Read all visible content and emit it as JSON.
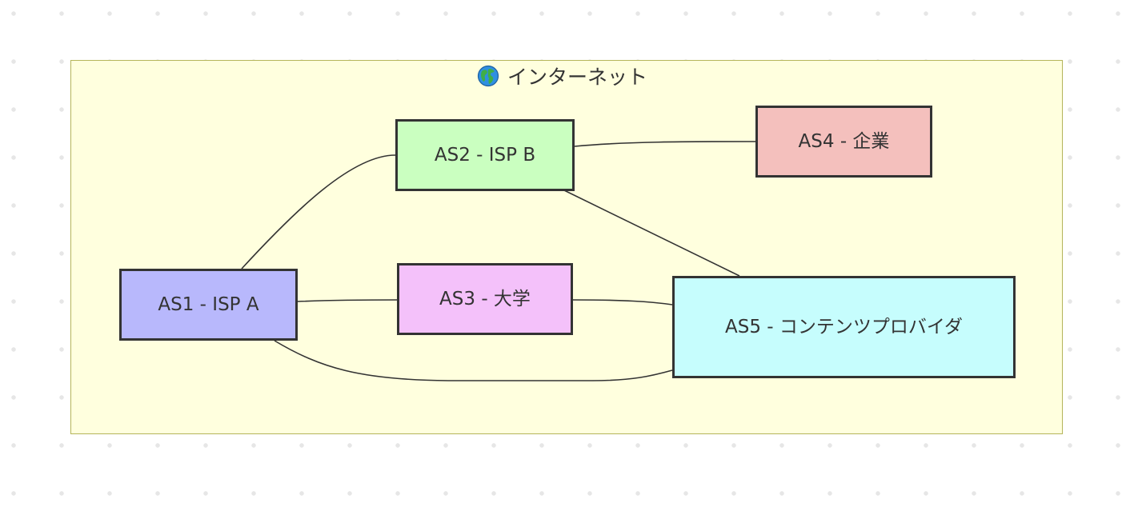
{
  "subgraph": {
    "title": "インターネット",
    "icon": "globe-icon",
    "fill": "#ffffde",
    "stroke": "#b5b55a"
  },
  "nodes": [
    {
      "id": "as1",
      "label": "AS1 - ISP A",
      "fill": "#b8b8fc"
    },
    {
      "id": "as2",
      "label": "AS2 - ISP B",
      "fill": "#caffc0"
    },
    {
      "id": "as3",
      "label": "AS3 - 大学",
      "fill": "#f4c1fa"
    },
    {
      "id": "as4",
      "label": "AS4 - 企業",
      "fill": "#f4c0bd"
    },
    {
      "id": "as5",
      "label": "AS5 - コンテンツプロバイダ",
      "fill": "#c6fdfd"
    }
  ],
  "edges": [
    {
      "from": "as1",
      "to": "as2"
    },
    {
      "from": "as1",
      "to": "as3"
    },
    {
      "from": "as1",
      "to": "as5"
    },
    {
      "from": "as2",
      "to": "as4"
    },
    {
      "from": "as2",
      "to": "as5"
    },
    {
      "from": "as3",
      "to": "as5"
    }
  ]
}
